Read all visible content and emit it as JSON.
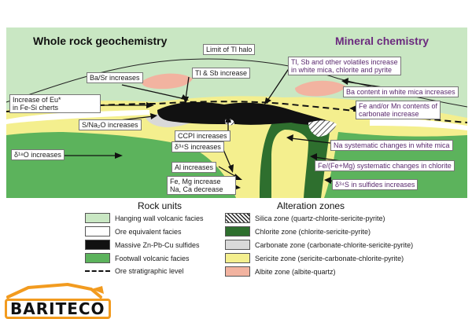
{
  "headings": {
    "left": "Whole rock geochemistry",
    "right": "Mineral chemistry"
  },
  "left_labels": {
    "limit_ti_halo": "Limit of Tl halo",
    "ba_sr": "Ba/Sr increases",
    "tl_sb": "Tl & Sb increase",
    "eu_line1": "Increase of Eu*",
    "eu_line2": "in Fe-Si cherts",
    "s_na2o": "S/Na₂O increases",
    "ccpi": "CCPI increases",
    "d34s": "δ³⁴S increases",
    "d18o": "δ¹⁸O increases",
    "al": "Al increases",
    "fe_mg": "Fe, Mg increase",
    "na_ca": "Na, Ca decrease"
  },
  "right_labels": {
    "volatiles_line1": "Tl, Sb and other volatiles increase",
    "volatiles_line2": "in white mica, chlorite and pyrite",
    "ba_mica": "Ba content in white mica increases",
    "fe_mn_line1": "Fe and/or Mn contents of",
    "fe_mn_line2": "carbonate increase",
    "na_mica": "Na systematic changes in white mica",
    "fe_femg": "Fe/(Fe+Mg) systematic changes in chlorite",
    "d34s_sulfides": "δ³⁴S in sulfides increases"
  },
  "legend": {
    "rock_units_title": "Rock units",
    "alteration_title": "Alteration zones",
    "rock_units": [
      {
        "label": "Hanging wall volcanic facies",
        "color": "#c9e7c3"
      },
      {
        "label": "Ore equivalent facies",
        "color": "#ffffff"
      },
      {
        "label": "Massive Zn-Pb-Cu sulfides",
        "color": "#111111"
      },
      {
        "label": "Footwall volcanic facies",
        "color": "#5cb35c"
      },
      {
        "label": "Ore stratigraphic level",
        "color": "#111111"
      }
    ],
    "alteration_zones": [
      {
        "label": "Silica zone (quartz-chlorite-sericite-pyrite)",
        "color": "hatch"
      },
      {
        "label": "Chlorite zone (chlorite-sericite-pyrite)",
        "color": "#2e6f2e"
      },
      {
        "label": "Carbonate zone (carbonate-chlorite-sericite-pyrite)",
        "color": "#d9d9d9"
      },
      {
        "label": "Sericite zone (sericite-carbonate-chlorite-pyrite)",
        "color": "#f4ef8e"
      },
      {
        "label": "Albite zone (albite-quartz)",
        "color": "#f2b3a0"
      }
    ]
  },
  "logo": {
    "text": "BARITECO",
    "accent_color": "#f29b1f",
    "text_color": "#111111"
  }
}
